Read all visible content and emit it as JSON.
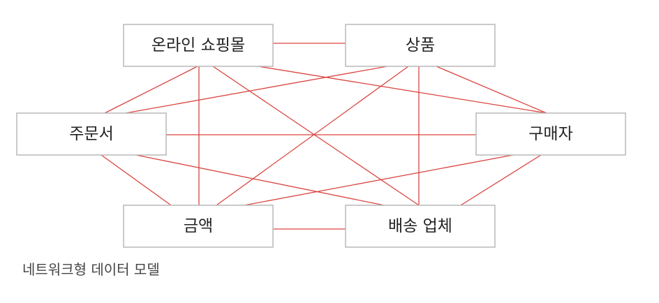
{
  "diagram": {
    "nodes": [
      {
        "id": "online_mall",
        "label": "온라인 쇼핑몰"
      },
      {
        "id": "product",
        "label": "상품"
      },
      {
        "id": "order",
        "label": "주문서"
      },
      {
        "id": "buyer",
        "label": "구매자"
      },
      {
        "id": "amount",
        "label": "금액"
      },
      {
        "id": "shipping",
        "label": "배송 업체"
      }
    ],
    "edges": [
      [
        "online_mall",
        "product"
      ],
      [
        "online_mall",
        "order"
      ],
      [
        "online_mall",
        "buyer"
      ],
      [
        "online_mall",
        "amount"
      ],
      [
        "online_mall",
        "shipping"
      ],
      [
        "product",
        "order"
      ],
      [
        "product",
        "buyer"
      ],
      [
        "product",
        "amount"
      ],
      [
        "product",
        "shipping"
      ],
      [
        "order",
        "buyer"
      ],
      [
        "order",
        "amount"
      ],
      [
        "order",
        "shipping"
      ],
      [
        "buyer",
        "amount"
      ],
      [
        "buyer",
        "shipping"
      ],
      [
        "amount",
        "shipping"
      ]
    ],
    "colors": {
      "edge": "#d9453f",
      "box_border": "#b8b8b8",
      "text": "#222222"
    }
  },
  "caption": "네트워크형 데이터 모델"
}
